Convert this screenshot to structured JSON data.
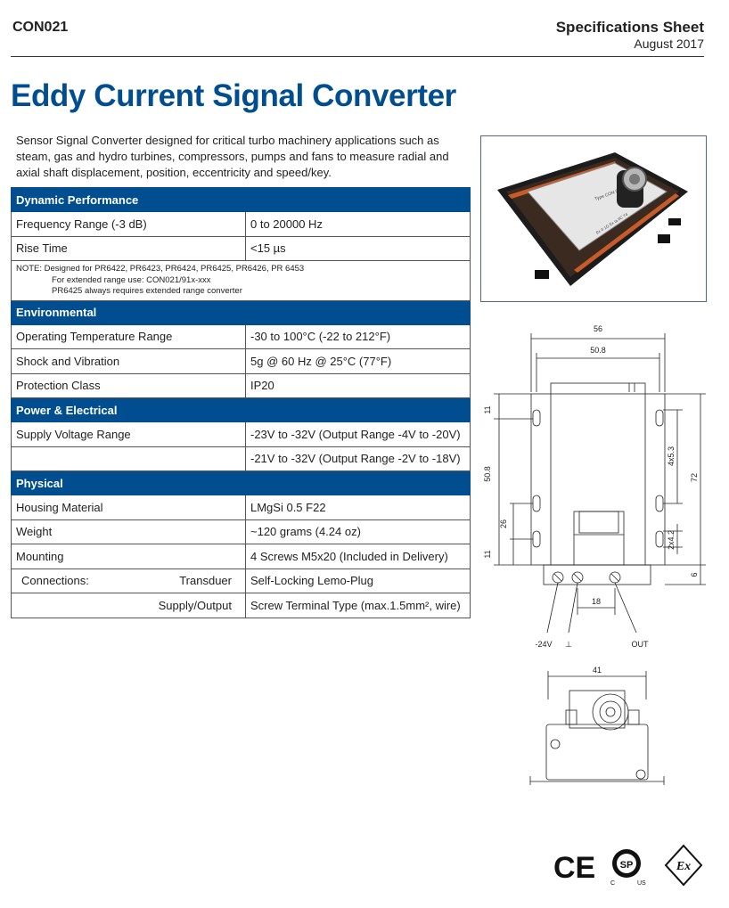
{
  "header": {
    "doc_id": "CON021",
    "doc_type": "Specifications Sheet",
    "date": "August 2017"
  },
  "title": "Eddy Current Signal Converter",
  "intro": "Sensor Signal Converter designed for critical turbo machinery applications such as steam, gas and hydro turbines, compressors, pumps and fans to measure radial and axial shaft displacement, position, eccentricity and speed/key.",
  "sections": {
    "dynamic": {
      "title": "Dynamic Performance",
      "rows": [
        {
          "label": "Frequency Range (-3 dB)",
          "value": "0 to 20000 Hz"
        },
        {
          "label": "Rise Time",
          "value": "<15 µs"
        }
      ],
      "note": {
        "line1": "NOTE: Designed for PR6422, PR6423, PR6424, PR6425, PR6426, PR 6453",
        "line2": "For extended range use: CON021/91x-xxx",
        "line3": "PR6425 always requires extended range converter"
      }
    },
    "environmental": {
      "title": "Environmental",
      "rows": [
        {
          "label": "Operating Temperature Range",
          "value": "-30 to 100°C (-22 to 212°F)"
        },
        {
          "label": "Shock and Vibration",
          "value": "5g @ 60 Hz @ 25°C (77°F)"
        },
        {
          "label": "Protection Class",
          "value": "IP20"
        }
      ]
    },
    "power": {
      "title": "Power & Electrical",
      "rows": [
        {
          "label": "Supply Voltage Range",
          "value": "-23V to -32V (Output Range -4V to -20V)"
        },
        {
          "label": "",
          "value": "-21V to -32V (Output Range -2V to -18V)"
        }
      ]
    },
    "physical": {
      "title": "Physical",
      "rows": [
        {
          "label": "Housing Material",
          "value": "LMgSi 0.5 F22"
        },
        {
          "label": "Weight",
          "value": "~120 grams (4.24 oz)"
        },
        {
          "label": "Mounting",
          "value": "4 Screws M5x20 (Included in Delivery)"
        }
      ],
      "connections": {
        "label": "Connections:",
        "sub1": "Transduer",
        "value1": "Self-Locking Lemo-Plug",
        "sub2": "Supply/Output",
        "value2": "Screw Terminal Type (max.1.5mm², wire)"
      }
    }
  },
  "drawing": {
    "dim_56": "56",
    "dim_50_8_top": "50.8",
    "dim_11_top": "11",
    "dim_50_8_side": "50.8",
    "dim_26": "26",
    "dim_11_bottom": "11",
    "dim_4x5_3": "4x5.3",
    "dim_72": "72",
    "dim_2x4_2": "2x4.2",
    "dim_6": "6",
    "dim_18": "18",
    "terminal_neg24": "-24V",
    "terminal_gnd": "⊥",
    "terminal_out": "OUT",
    "dim_41": "41"
  },
  "photo": {
    "label_line1": "Type CON 021",
    "label_line2": "Ex II 1G Ex ia IIC T4"
  },
  "certifications": {
    "ce": "CE",
    "csa_c": "C",
    "csa_us": "US",
    "ex": "Ex"
  },
  "colors": {
    "brand_blue": "#004e8f",
    "text": "#222222"
  }
}
